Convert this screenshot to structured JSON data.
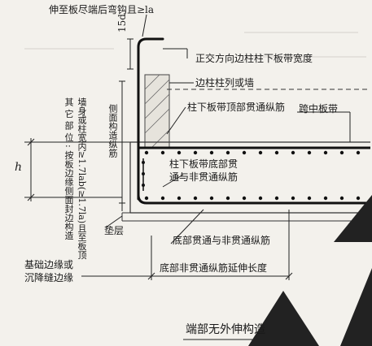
{
  "labels": {
    "top_anchor": "伸至板尽端后弯钩且≥la",
    "hook_15d": "15d",
    "orthogonal_band_width": "正交方向边柱柱下板带宽度",
    "edge_column_or_wall": "边柱柱列或墙",
    "column_strip_top_bars": "柱下板带顶部贯通纵筋",
    "middle_strip": "跨中板带",
    "side_face_bars": "侧面构造纵筋",
    "column_strip_bottom_bars_line1": "柱下板带底部贯",
    "column_strip_bottom_bars_line2": "通与非贯通纵筋",
    "height": "h",
    "bottom_bars": "底部贯通与非贯通纵筋",
    "cushion": "垫层",
    "other_parts_line1": "其 它 部 位 : 按板边缘侧面封边构造",
    "other_parts_line2": "墙身或柱宽内≥1.7lab(≥1.7la)且至板顶",
    "foundation_edge_line1": "基础边缘或",
    "foundation_edge_line2": "沉降缝边缘",
    "bottom_extension_length": "底部非贯通纵筋延伸长度",
    "caption": "端部无外伸构造"
  },
  "colors": {
    "ink": "#1a1a1a",
    "background": "#f3f1ec",
    "ghost": "#c9c6c0",
    "overlay_triangle": "#222222"
  }
}
